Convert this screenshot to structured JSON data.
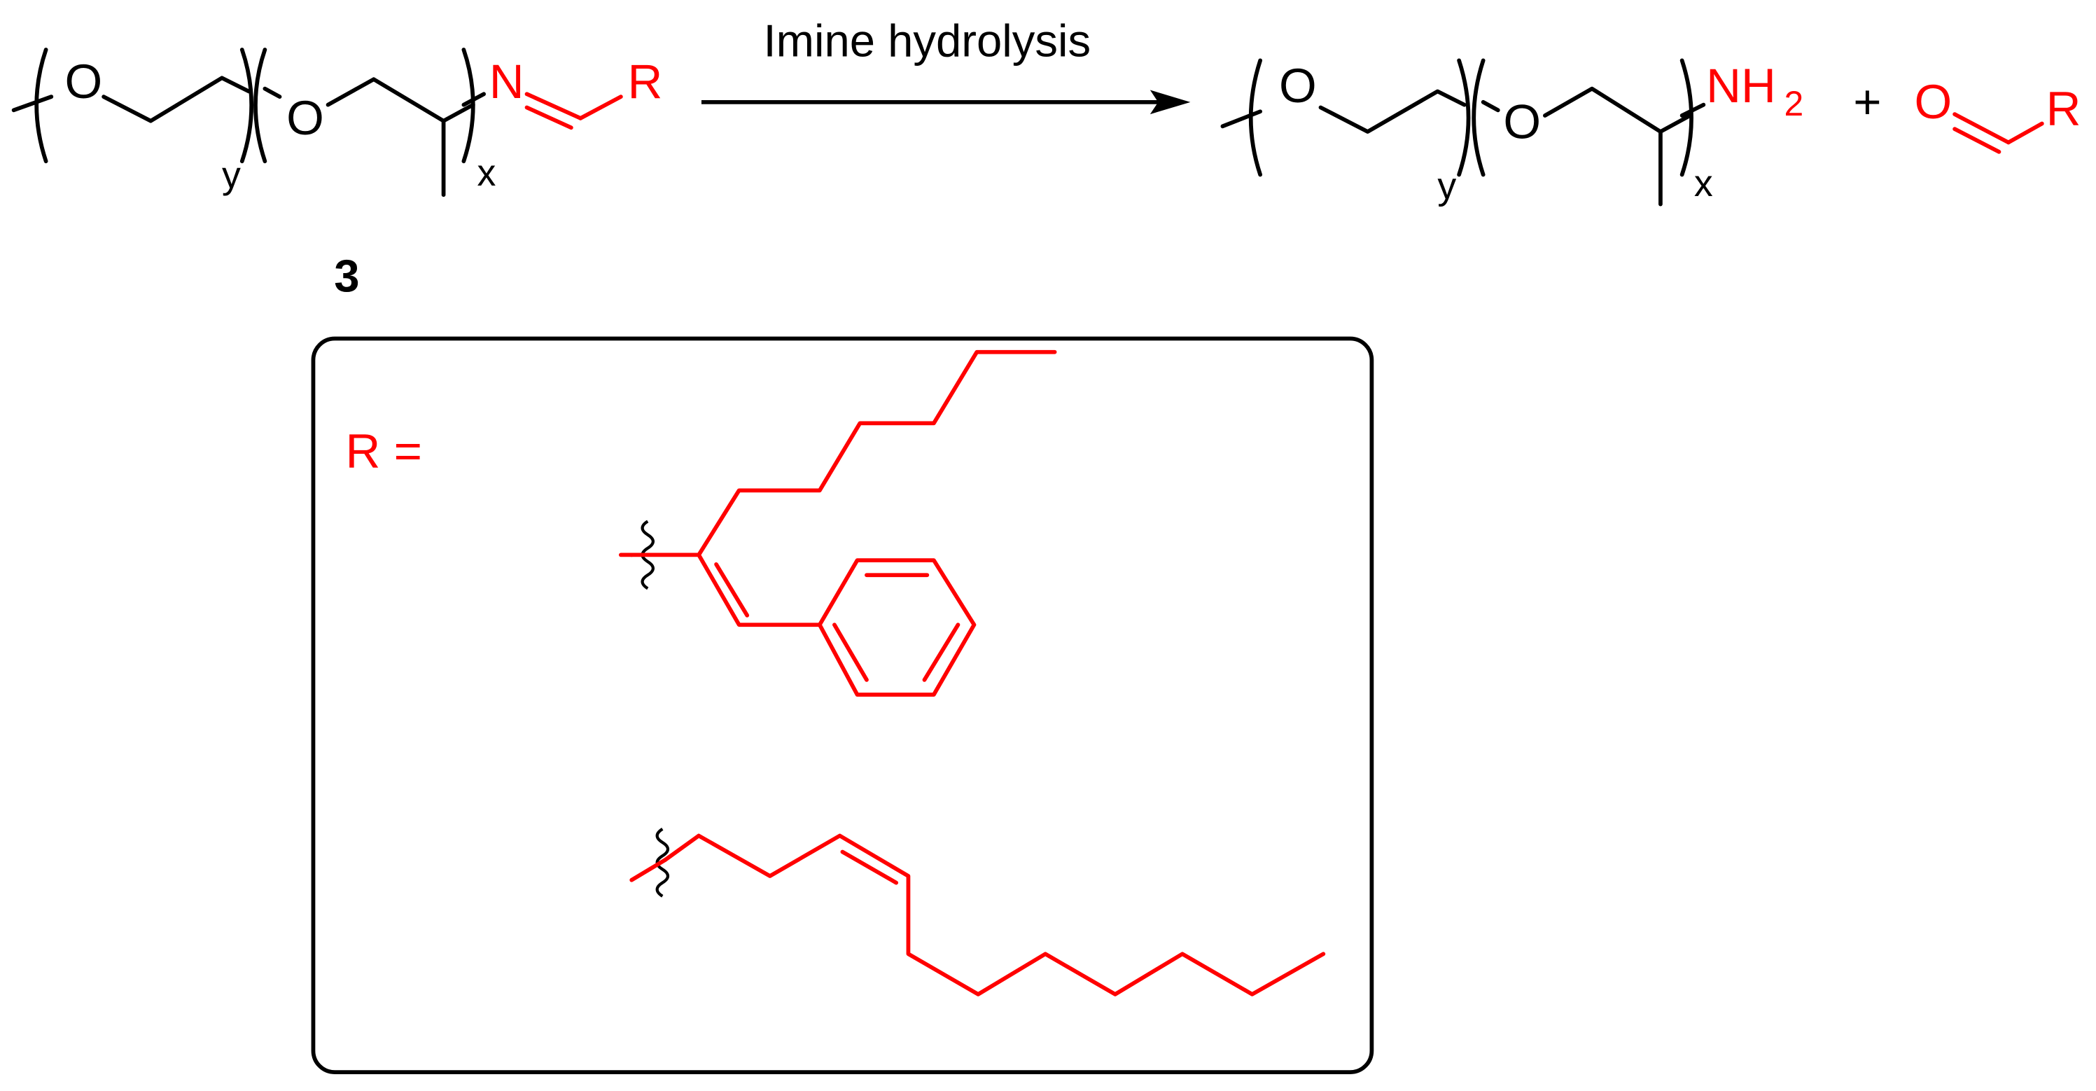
{
  "reaction": {
    "arrow_label": "Imine hydrolysis",
    "compound_number": "3",
    "plus_sign": "+"
  },
  "reactant": {
    "atom_o1": "O",
    "atom_o2": "O",
    "atom_n": "N",
    "atom_r": "R",
    "sub_y": "y",
    "sub_x": "x"
  },
  "product_amine": {
    "atom_o1": "O",
    "atom_o2": "O",
    "atom_nh": "NH",
    "atom_h_sub": "2",
    "sub_y": "y",
    "sub_x": "x"
  },
  "product_aldehyde": {
    "atom_o": "O",
    "atom_r": "R"
  },
  "r_group_box": {
    "label": "R ="
  },
  "colors": {
    "highlight": "#ff0000",
    "bond": "#000000"
  }
}
